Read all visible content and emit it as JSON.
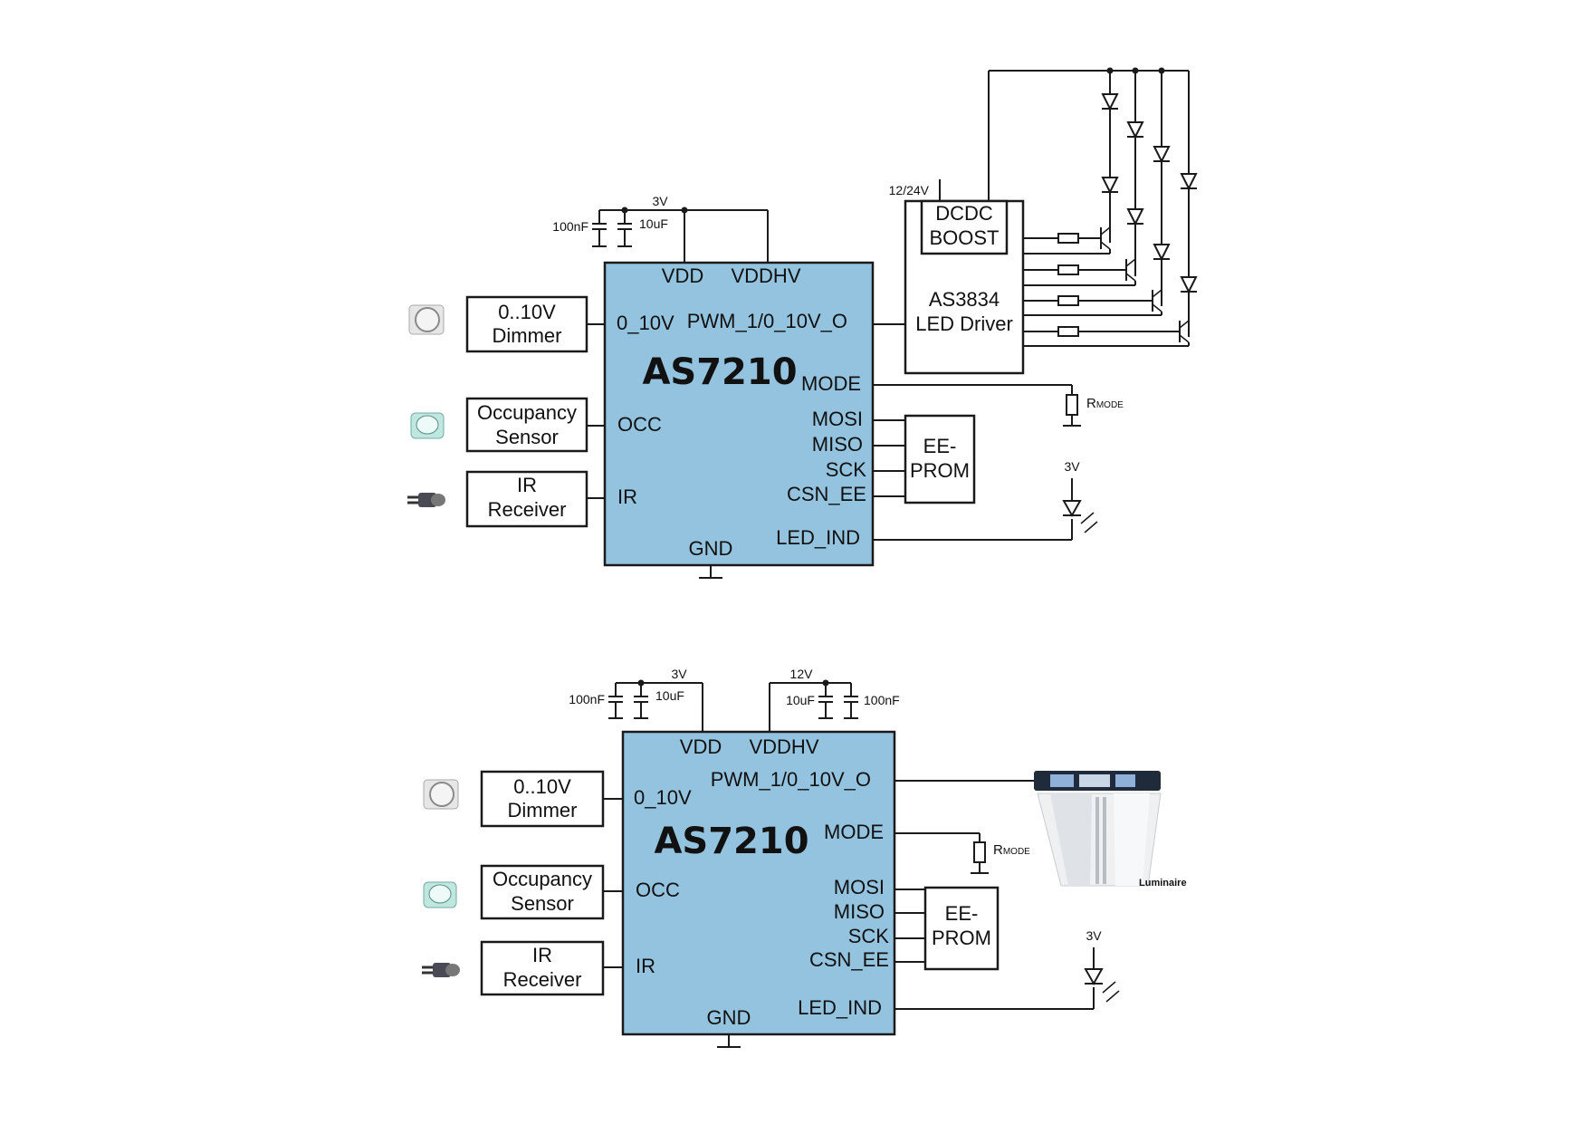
{
  "top": {
    "chip": {
      "name": "AS7210",
      "pins": {
        "vdd": "VDD",
        "vddhv": "VDDHV",
        "in_010": "0_10V",
        "pwm": "PWM_1/0_10V_O",
        "mode": "MODE",
        "occ": "OCC",
        "mosi": "MOSI",
        "miso": "MISO",
        "sck": "SCK",
        "csn": "CSN_EE",
        "ir": "IR",
        "led_ind": "LED_IND",
        "gnd": "GND"
      }
    },
    "supply": "3V",
    "cap1": "100nF",
    "cap2": "10uF",
    "dimmer": [
      "0..10V",
      "Dimmer"
    ],
    "occupancy": [
      "Occupancy",
      "Sensor"
    ],
    "ir": [
      "IR",
      "Receiver"
    ],
    "eeprom": [
      "EE-",
      "PROM"
    ],
    "rmode": {
      "r": "R",
      "sub": "MODE"
    },
    "led_supply": "3V",
    "driver_supply": "12/24V",
    "boost": [
      "DCDC",
      "BOOST"
    ],
    "driver": [
      "AS3834",
      "LED Driver"
    ]
  },
  "bottom": {
    "chip": {
      "name": "AS7210",
      "pins": {
        "vdd": "VDD",
        "vddhv": "VDDHV",
        "in_010": "0_10V",
        "pwm": "PWM_1/0_10V_O",
        "mode": "MODE",
        "occ": "OCC",
        "mosi": "MOSI",
        "miso": "MISO",
        "sck": "SCK",
        "csn": "CSN_EE",
        "ir": "IR",
        "led_ind": "LED_IND",
        "gnd": "GND"
      }
    },
    "supply_3v": "3V",
    "supply_12v": "12V",
    "cap_100nf_left": "100nF",
    "cap_10uf_left": "10uF",
    "cap_10uf_right": "10uF",
    "cap_100nf_right": "100nF",
    "dimmer": [
      "0..10V",
      "Dimmer"
    ],
    "occupancy": [
      "Occupancy",
      "Sensor"
    ],
    "ir": [
      "IR",
      "Receiver"
    ],
    "eeprom": [
      "EE-",
      "PROM"
    ],
    "rmode": {
      "r": "R",
      "sub": "MODE"
    },
    "led_supply": "3V",
    "luminaire": "Luminaire"
  }
}
